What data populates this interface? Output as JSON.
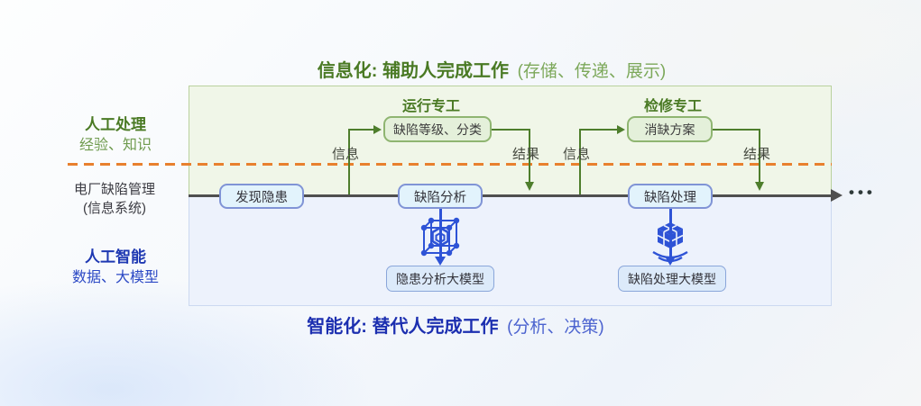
{
  "top_banner": {
    "bold": "信息化: 辅助人完成工作",
    "light": "(存储、传递、展示)"
  },
  "bottom_banner": {
    "bold": "智能化: 替代人完成工作",
    "light": "(分析、决策)"
  },
  "left_labels": {
    "manual_title": "人工处理",
    "manual_sub": "经验、知识",
    "system_line1": "电厂缺陷管理",
    "system_line2": "(信息系统)",
    "ai_title": "人工智能",
    "ai_sub": "数据、大模型"
  },
  "lanes": [
    {
      "role": "运行专工",
      "task": "缺陷等级、分类",
      "input": "信息",
      "output": "结果"
    },
    {
      "role": "检修专工",
      "task": "消缺方案",
      "input": "信息",
      "output": "结果"
    }
  ],
  "steps": [
    "发现隐患",
    "缺陷分析",
    "缺陷处理"
  ],
  "models": [
    "隐患分析大模型",
    "缺陷处理大模型"
  ],
  "ellipsis": "•••",
  "colors": {
    "green_title": "#4a7a24",
    "green_line": "#4e7e2c",
    "orange_divider": "#e8802e",
    "main_line": "#4f4f4f",
    "blue_accent": "#2e53d6",
    "blue_title": "#1c2fb0"
  }
}
